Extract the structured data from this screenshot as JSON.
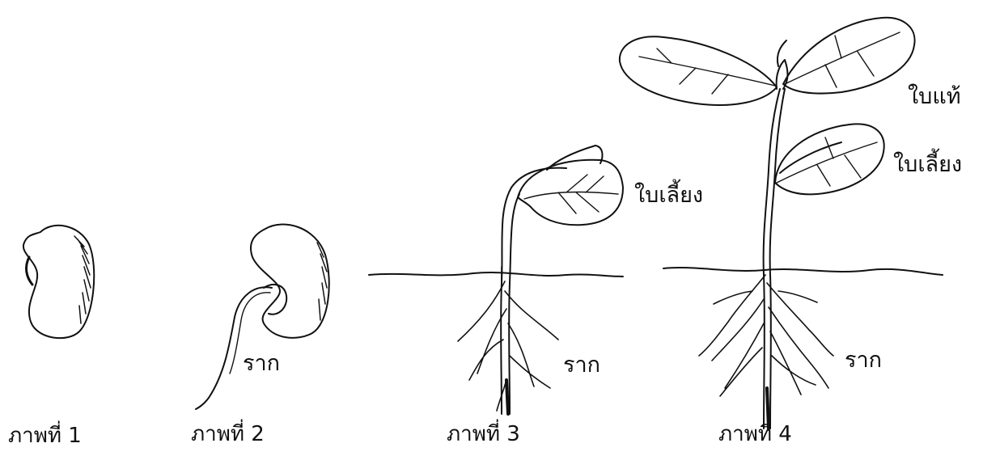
{
  "stages": [
    {
      "caption": "ภาพที่ 1"
    },
    {
      "caption": "ภาพที่ 2",
      "root_label": "ราก"
    },
    {
      "caption": "ภาพที่ 3",
      "cotyledon_label": "ใบเลี้ยง",
      "root_label": "ราก"
    },
    {
      "caption": "ภาพที่ 4",
      "true_leaf_label": "ใบแท้",
      "cotyledon_label": "ใบเลี้ยง",
      "root_label": "ราก"
    }
  ]
}
